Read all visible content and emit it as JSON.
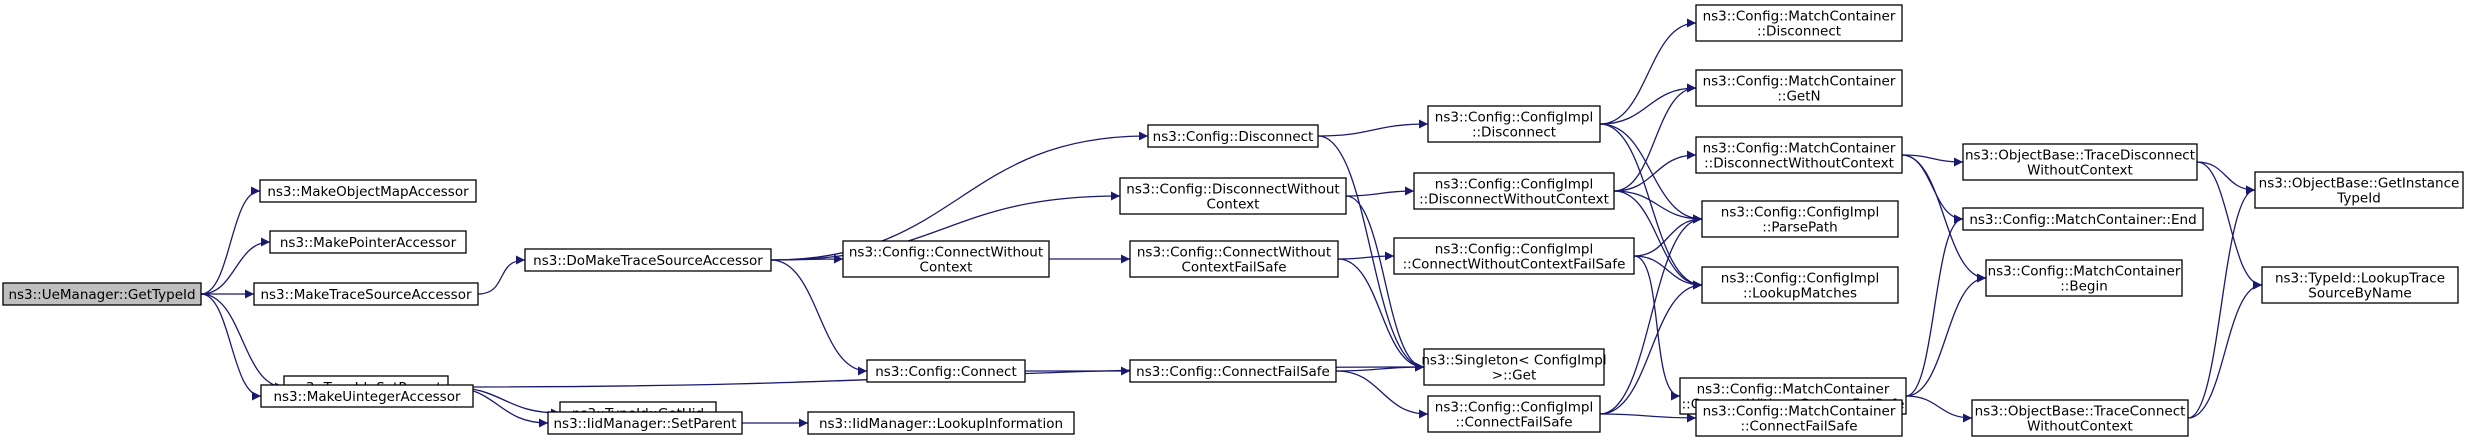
{
  "graph": {
    "edge_color": "#191970",
    "root_fill": "#bfbfbf",
    "node_fill": "#ffffff",
    "nodes": [
      {
        "id": "root",
        "lines": [
          "ns3::UeManager::GetTypeId"
        ],
        "root": true
      },
      {
        "id": "mkObjMap",
        "lines": [
          "ns3::MakeObjectMapAccessor"
        ]
      },
      {
        "id": "mkPtr",
        "lines": [
          "ns3::MakePointerAccessor"
        ]
      },
      {
        "id": "mkTrace",
        "lines": [
          "ns3::MakeTraceSourceAccessor"
        ]
      },
      {
        "id": "setParent",
        "lines": [
          "ns3::TypeId::SetParent"
        ]
      },
      {
        "id": "mkUint",
        "lines": [
          "ns3::MakeUintegerAccessor"
        ]
      },
      {
        "id": "doMake",
        "lines": [
          "ns3::DoMakeTraceSourceAccessor"
        ]
      },
      {
        "id": "getUid",
        "lines": [
          "ns3::TypeId::GetUid"
        ]
      },
      {
        "id": "iidSetParent",
        "lines": [
          "ns3::IidManager::SetParent"
        ]
      },
      {
        "id": "iidLookup",
        "lines": [
          "ns3::IidManager::LookupInformation"
        ]
      },
      {
        "id": "cfgDisconnect",
        "lines": [
          "ns3::Config::Disconnect"
        ]
      },
      {
        "id": "cfgDisconnectWO",
        "lines": [
          "ns3::Config::DisconnectWithout",
          "Context"
        ]
      },
      {
        "id": "cfgConnectWO",
        "lines": [
          "ns3::Config::ConnectWithout",
          "Context"
        ]
      },
      {
        "id": "cfgConnect",
        "lines": [
          "ns3::Config::Connect"
        ]
      },
      {
        "id": "cfgConnectWOFS",
        "lines": [
          "ns3::Config::ConnectWithout",
          "ContextFailSafe"
        ]
      },
      {
        "id": "cfgConnectFS",
        "lines": [
          "ns3::Config::ConnectFailSafe"
        ]
      },
      {
        "id": "implDisconnect",
        "lines": [
          "ns3::Config::ConfigImpl",
          "::Disconnect"
        ]
      },
      {
        "id": "implDisconnectWO",
        "lines": [
          "ns3::Config::ConfigImpl",
          "::DisconnectWithoutContext"
        ]
      },
      {
        "id": "implConnectWOFS",
        "lines": [
          "ns3::Config::ConfigImpl",
          "::ConnectWithoutContextFailSafe"
        ]
      },
      {
        "id": "singletonGet",
        "lines": [
          "ns3::Singleton< ConfigImpl",
          " >::Get"
        ]
      },
      {
        "id": "implConnectFS",
        "lines": [
          "ns3::Config::ConfigImpl",
          "::ConnectFailSafe"
        ]
      },
      {
        "id": "mcDisconnect",
        "lines": [
          "ns3::Config::MatchContainer",
          "::Disconnect"
        ]
      },
      {
        "id": "mcGetN",
        "lines": [
          "ns3::Config::MatchContainer",
          "::GetN"
        ]
      },
      {
        "id": "mcDisconnectWO",
        "lines": [
          "ns3::Config::MatchContainer",
          "::DisconnectWithoutContext"
        ]
      },
      {
        "id": "parsePath",
        "lines": [
          "ns3::Config::ConfigImpl",
          "::ParsePath"
        ]
      },
      {
        "id": "lookupMatches",
        "lines": [
          "ns3::Config::ConfigImpl",
          "::LookupMatches"
        ]
      },
      {
        "id": "mcConnectWOFS",
        "lines": [
          "ns3::Config::MatchContainer",
          "::ConnectWithoutContextFailSafe"
        ]
      },
      {
        "id": "mcConnectFS",
        "lines": [
          "ns3::Config::MatchContainer",
          "::ConnectFailSafe"
        ]
      },
      {
        "id": "obTraceDisconnectWO",
        "lines": [
          "ns3::ObjectBase::TraceDisconnect",
          "WithoutContext"
        ]
      },
      {
        "id": "mcEnd",
        "lines": [
          "ns3::Config::MatchContainer::End"
        ]
      },
      {
        "id": "mcBegin",
        "lines": [
          "ns3::Config::MatchContainer",
          "::Begin"
        ]
      },
      {
        "id": "obTraceConnectWO",
        "lines": [
          "ns3::ObjectBase::TraceConnect",
          "WithoutContext"
        ]
      },
      {
        "id": "obGetInstanceTypeId",
        "lines": [
          "ns3::ObjectBase::GetInstance",
          "TypeId"
        ]
      },
      {
        "id": "lookupTraceSourceByName",
        "lines": [
          "ns3::TypeId::LookupTrace",
          "SourceByName"
        ]
      }
    ],
    "edges": [
      [
        "root",
        "mkObjMap"
      ],
      [
        "root",
        "mkPtr"
      ],
      [
        "root",
        "mkTrace"
      ],
      [
        "root",
        "setParent"
      ],
      [
        "root",
        "mkUint"
      ],
      [
        "mkTrace",
        "doMake"
      ],
      [
        "setParent",
        "getUid"
      ],
      [
        "setParent",
        "iidSetParent"
      ],
      [
        "setParent",
        "singletonGet"
      ],
      [
        "iidSetParent",
        "iidLookup"
      ],
      [
        "doMake",
        "cfgDisconnect"
      ],
      [
        "doMake",
        "cfgDisconnectWO"
      ],
      [
        "doMake",
        "cfgConnectWO"
      ],
      [
        "doMake",
        "cfgConnect"
      ],
      [
        "cfgDisconnect",
        "implDisconnect"
      ],
      [
        "cfgDisconnect",
        "singletonGet"
      ],
      [
        "cfgDisconnectWO",
        "implDisconnectWO"
      ],
      [
        "cfgDisconnectWO",
        "singletonGet"
      ],
      [
        "cfgConnectWO",
        "cfgConnectWOFS"
      ],
      [
        "cfgConnect",
        "cfgConnectFS"
      ],
      [
        "cfgConnectWOFS",
        "implConnectWOFS"
      ],
      [
        "cfgConnectWOFS",
        "singletonGet"
      ],
      [
        "cfgConnectFS",
        "singletonGet"
      ],
      [
        "cfgConnectFS",
        "implConnectFS"
      ],
      [
        "implDisconnect",
        "mcDisconnect"
      ],
      [
        "implDisconnect",
        "mcGetN"
      ],
      [
        "implDisconnect",
        "parsePath"
      ],
      [
        "implDisconnect",
        "lookupMatches"
      ],
      [
        "implDisconnectWO",
        "mcGetN"
      ],
      [
        "implDisconnectWO",
        "mcDisconnectWO"
      ],
      [
        "implDisconnectWO",
        "parsePath"
      ],
      [
        "implDisconnectWO",
        "lookupMatches"
      ],
      [
        "implConnectWOFS",
        "parsePath"
      ],
      [
        "implConnectWOFS",
        "lookupMatches"
      ],
      [
        "implConnectWOFS",
        "mcConnectWOFS"
      ],
      [
        "implConnectFS",
        "parsePath"
      ],
      [
        "implConnectFS",
        "lookupMatches"
      ],
      [
        "implConnectFS",
        "mcConnectFS"
      ],
      [
        "mcDisconnectWO",
        "obTraceDisconnectWO"
      ],
      [
        "mcDisconnectWO",
        "mcEnd"
      ],
      [
        "mcDisconnectWO",
        "mcBegin"
      ],
      [
        "mcConnectWOFS",
        "mcEnd"
      ],
      [
        "mcConnectWOFS",
        "mcBegin"
      ],
      [
        "mcConnectWOFS",
        "obTraceConnectWO"
      ],
      [
        "obTraceDisconnectWO",
        "obGetInstanceTypeId"
      ],
      [
        "obTraceDisconnectWO",
        "lookupTraceSourceByName"
      ],
      [
        "obTraceConnectWO",
        "obGetInstanceTypeId"
      ],
      [
        "obTraceConnectWO",
        "lookupTraceSourceByName"
      ]
    ]
  }
}
